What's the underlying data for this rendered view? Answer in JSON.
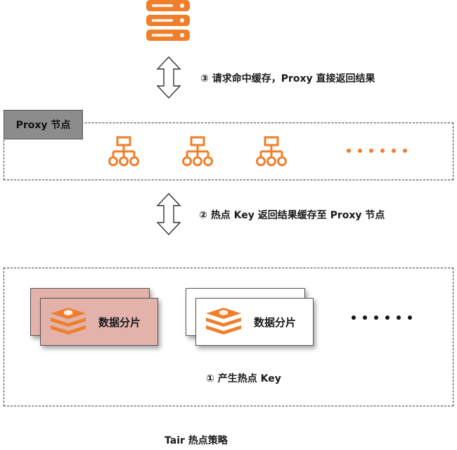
{
  "steps": {
    "step3": "③ 请求命中缓存，Proxy 直接返回结果",
    "step2": "② 热点 Key 返回结果缓存至 Proxy 节点",
    "step1": "① 产生热点 Key"
  },
  "proxy": {
    "label": "Proxy 节点",
    "icon": "proxy-node-icon"
  },
  "shards": [
    {
      "label": "数据分片",
      "highlighted": true
    },
    {
      "label": "数据分片",
      "highlighted": false
    }
  ],
  "caption": "Tair 热点策略",
  "colors": {
    "accent": "#f07f2b",
    "hot_shard_fill": "#e2b2ab",
    "proxy_label_fill": "#8c8c8c"
  }
}
